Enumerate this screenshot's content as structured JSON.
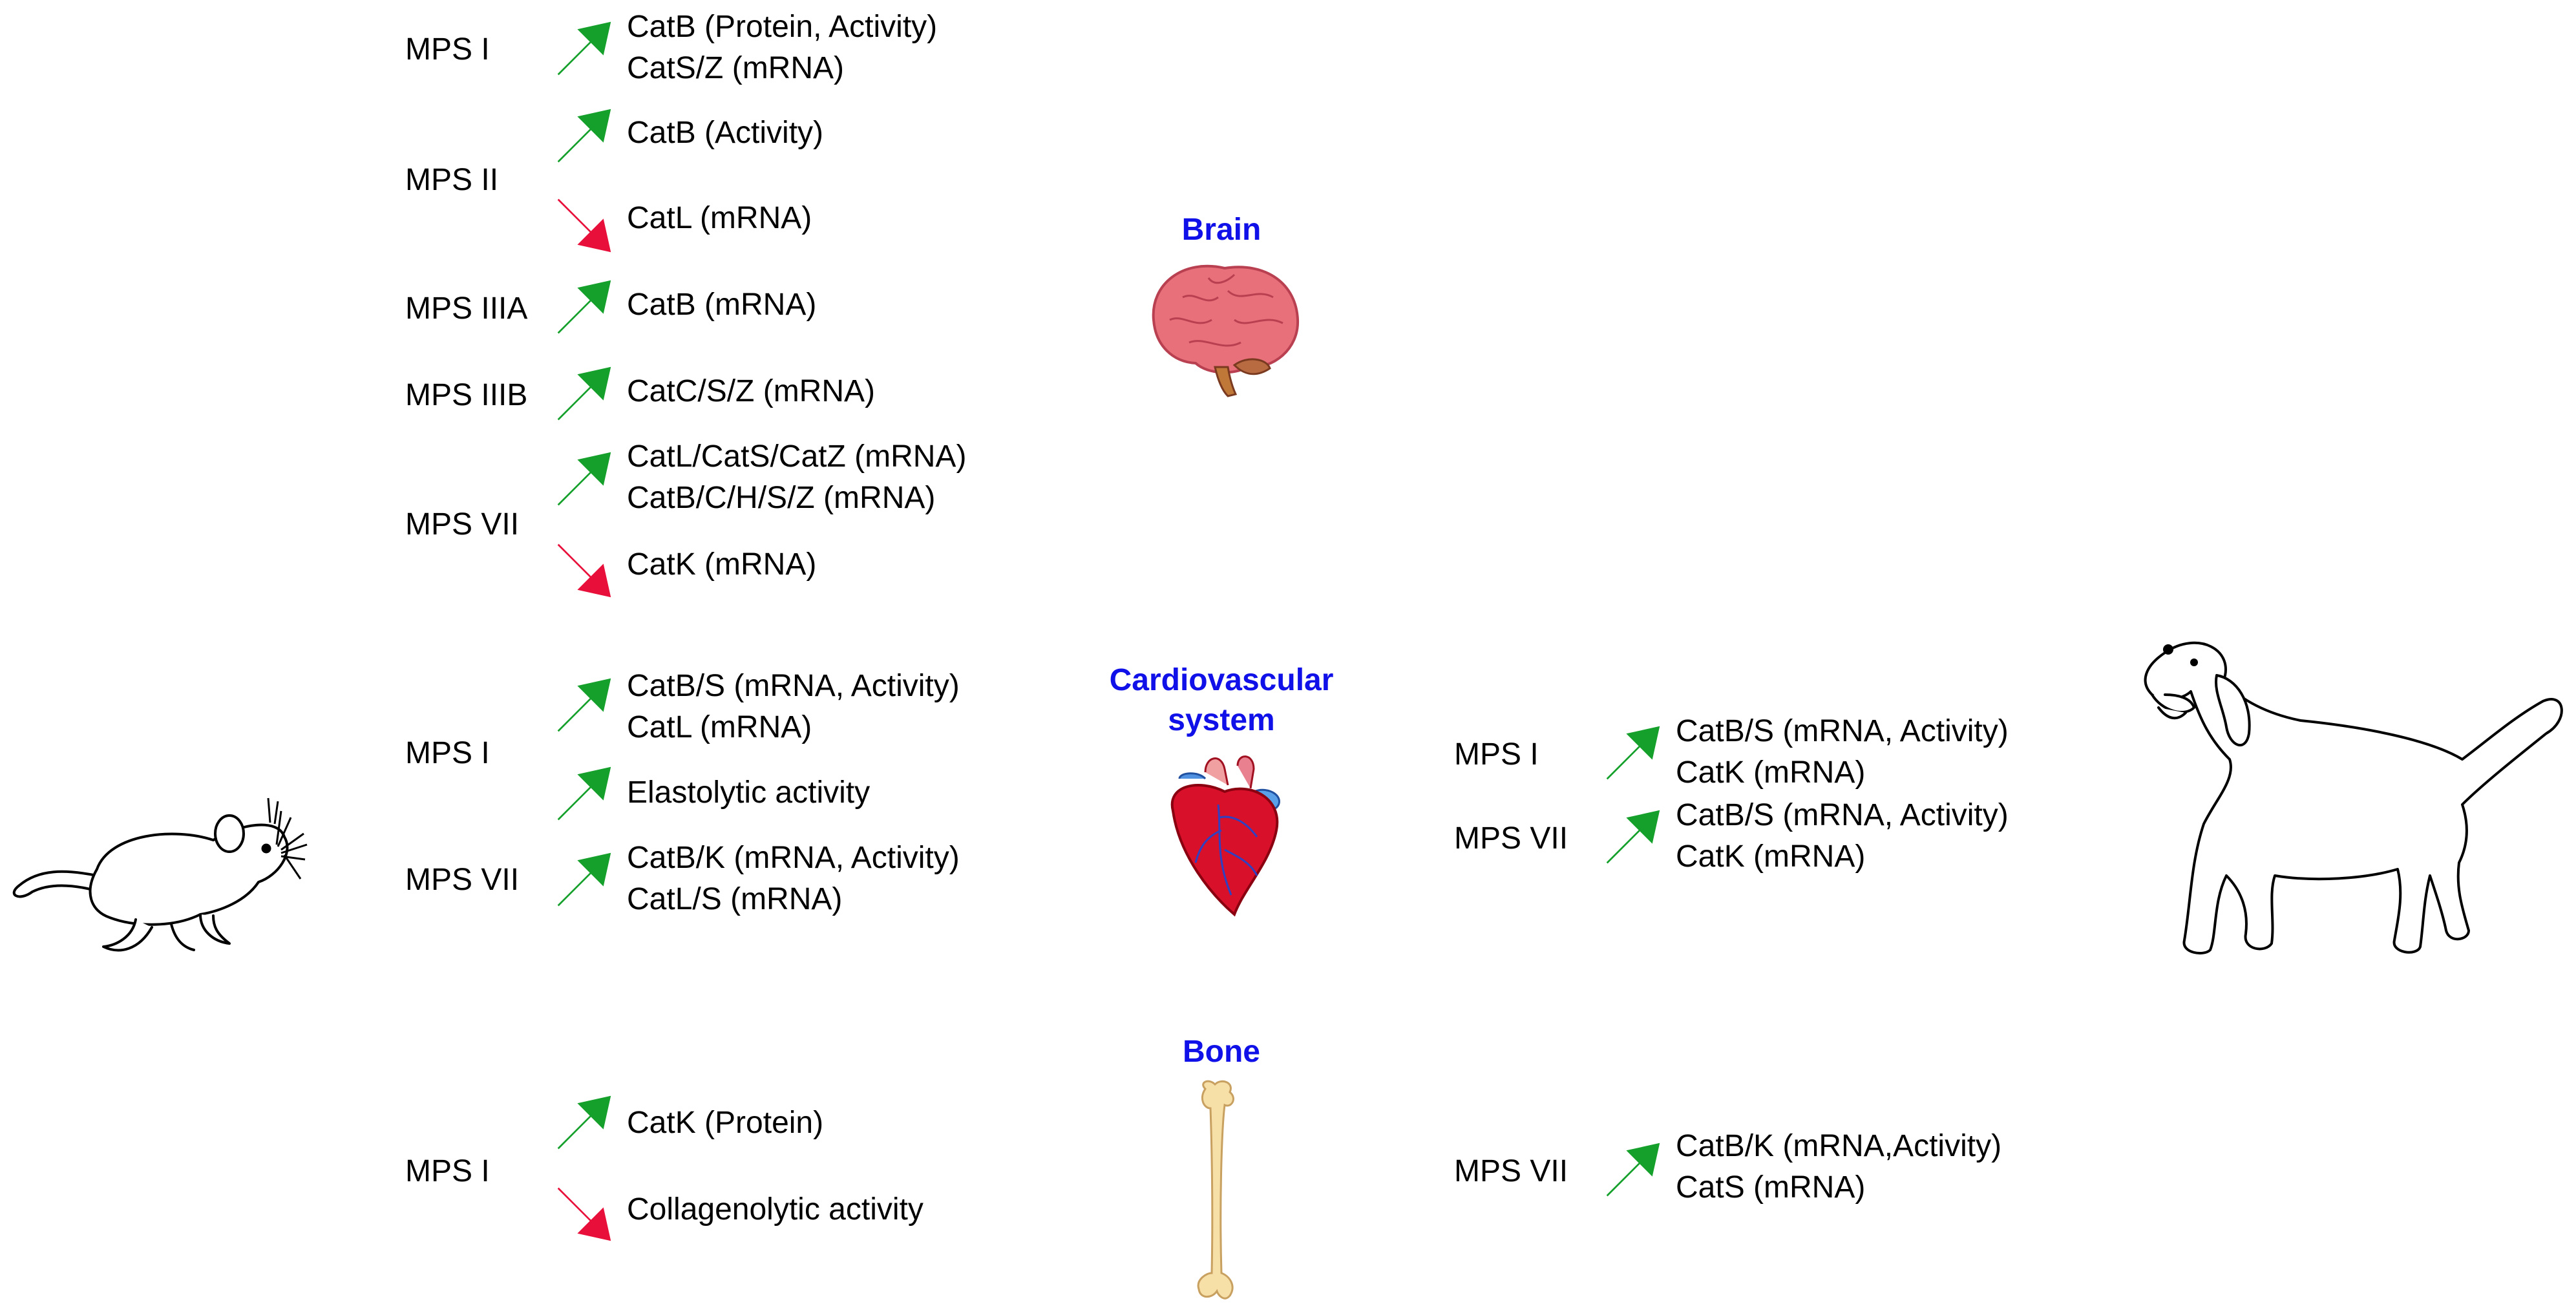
{
  "organs": {
    "brain": "Brain",
    "cardio": "Cardiovascular system",
    "bone": "Bone"
  },
  "mouse": {
    "brain": [
      {
        "disease": "MPS I",
        "changes": [
          {
            "direction": "up",
            "lines": [
              "CatB (Protein, Activity)",
              "CatS/Z (mRNA)"
            ]
          }
        ]
      },
      {
        "disease": "MPS II",
        "changes": [
          {
            "direction": "up",
            "lines": [
              "CatB (Activity)"
            ]
          },
          {
            "direction": "down",
            "lines": [
              "CatL (mRNA)"
            ]
          }
        ]
      },
      {
        "disease": "MPS IIIA",
        "changes": [
          {
            "direction": "up",
            "lines": [
              "CatB (mRNA)"
            ]
          }
        ]
      },
      {
        "disease": "MPS IIIB",
        "changes": [
          {
            "direction": "up",
            "lines": [
              "CatC/S/Z (mRNA)"
            ]
          }
        ]
      },
      {
        "disease": "MPS VII",
        "changes": [
          {
            "direction": "up",
            "lines": [
              "CatL/CatS/CatZ (mRNA)",
              "CatB/C/H/S/Z (mRNA)"
            ]
          },
          {
            "direction": "down",
            "lines": [
              "CatK (mRNA)"
            ]
          }
        ]
      }
    ],
    "cardio": [
      {
        "disease": "MPS I",
        "changes": [
          {
            "direction": "up",
            "lines": [
              "CatB/S (mRNA, Activity)",
              "CatL (mRNA)"
            ]
          },
          {
            "direction": "up",
            "lines": [
              "Elastolytic activity"
            ]
          }
        ]
      },
      {
        "disease": "MPS VII",
        "changes": [
          {
            "direction": "up",
            "lines": [
              "CatB/K (mRNA, Activity)",
              "CatL/S (mRNA)"
            ]
          }
        ]
      }
    ],
    "bone": [
      {
        "disease": "MPS I",
        "changes": [
          {
            "direction": "up",
            "lines": [
              "CatK (Protein)"
            ]
          },
          {
            "direction": "down",
            "lines": [
              "Collagenolytic activity"
            ]
          }
        ]
      }
    ]
  },
  "dog": {
    "cardio": [
      {
        "disease": "MPS I",
        "changes": [
          {
            "direction": "up",
            "lines": [
              "CatB/S (mRNA, Activity)",
              "CatK (mRNA)"
            ]
          }
        ]
      },
      {
        "disease": "MPS VII",
        "changes": [
          {
            "direction": "up",
            "lines": [
              "CatB/S (mRNA, Activity)",
              "CatK (mRNA)"
            ]
          }
        ]
      }
    ],
    "bone": [
      {
        "disease": "MPS VII",
        "changes": [
          {
            "direction": "up",
            "lines": [
              "CatB/K (mRNA,Activity)",
              "CatS (mRNA)"
            ]
          }
        ]
      }
    ]
  },
  "colors": {
    "up_arrow": "#14a02a",
    "down_arrow": "#e8103a",
    "organ_label": "#1010e8",
    "brain": "#e8707a",
    "heart": "#d8102a",
    "bone": "#f7dfa8"
  },
  "icons": [
    "mouse-icon",
    "dog-icon",
    "brain-icon",
    "heart-icon",
    "femur-bone-icon",
    "up-arrow-icon",
    "down-arrow-icon"
  ]
}
